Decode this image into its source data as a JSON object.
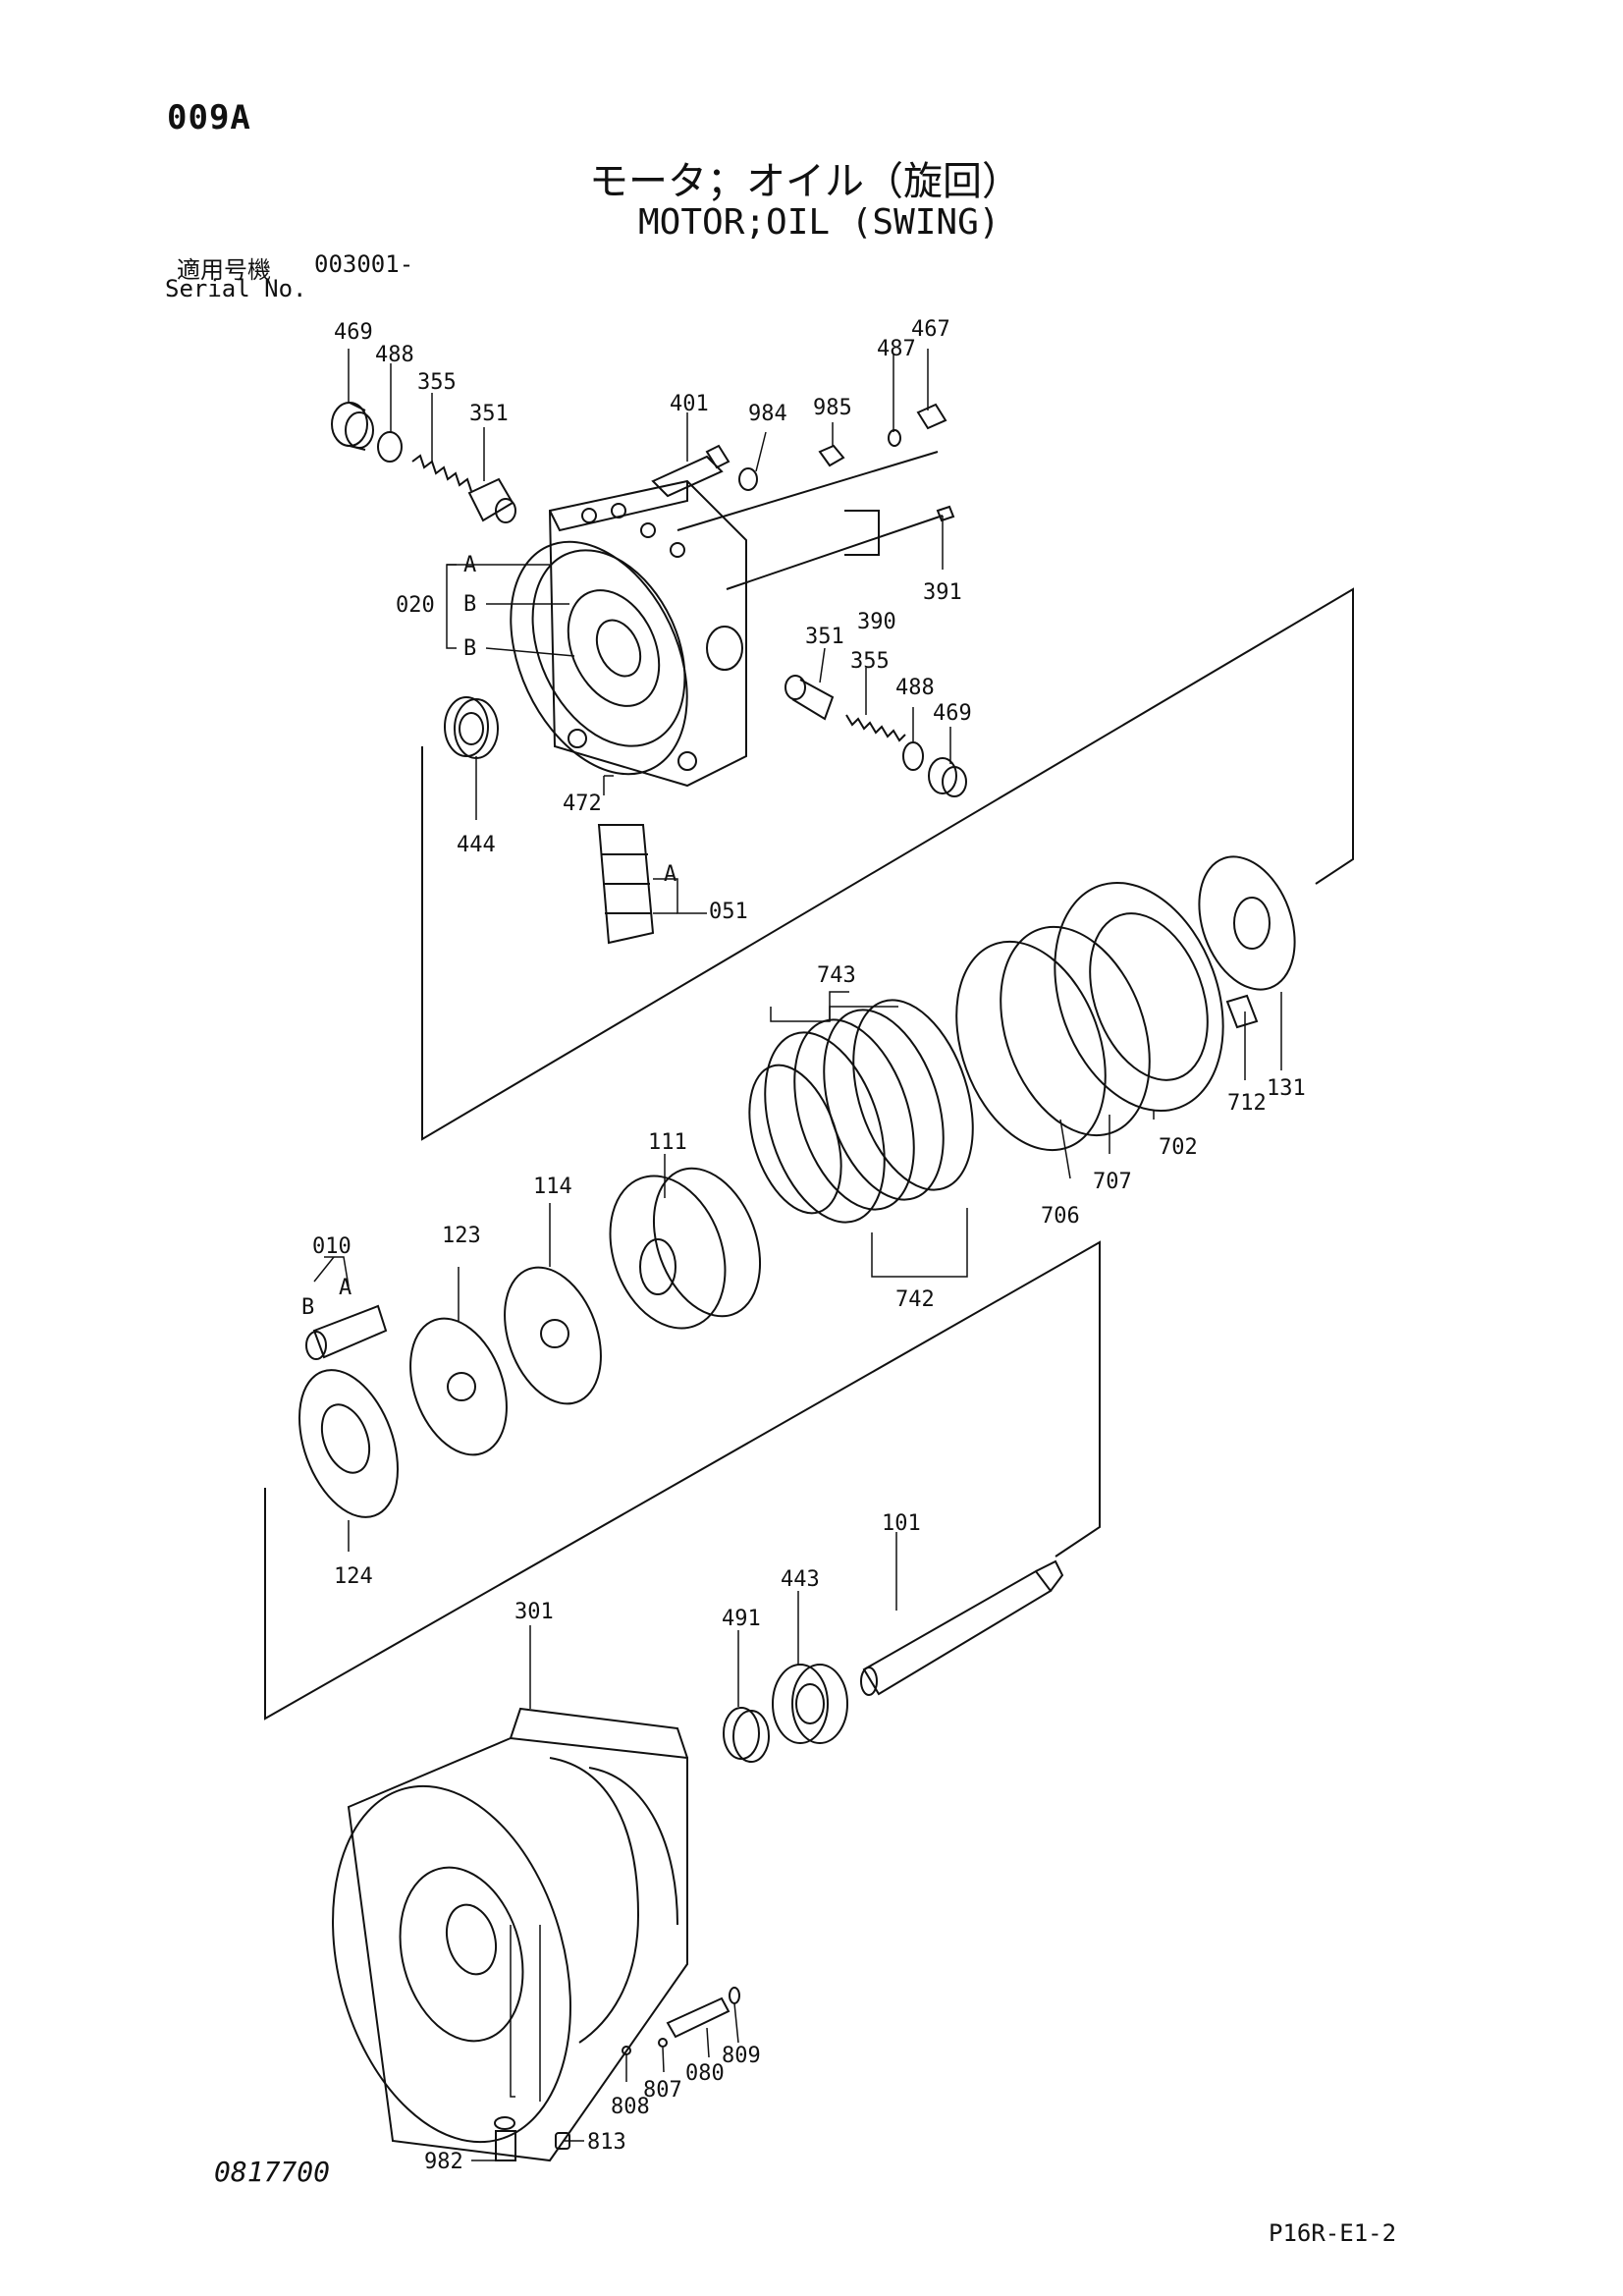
{
  "header": {
    "page_code": "009A",
    "title_jp": "モータ；オイル（旋回）",
    "title_en": "MOTOR;OIL (SWING)",
    "serial_label_jp": "適用号機",
    "serial_value": "003001-",
    "serial_label_en": "Serial No."
  },
  "footer": {
    "doc_number": "0817700",
    "sheet_code": "P16R-E1-2"
  },
  "labels": {
    "p469a": "469",
    "p488a": "488",
    "p355a": "355",
    "p351a": "351",
    "p401": "401",
    "p984": "984",
    "p985": "985",
    "p487": "487",
    "p467": "467",
    "p391": "391",
    "p390": "390",
    "p020": "020",
    "A": "A",
    "B": "B",
    "p351b": "351",
    "p355b": "355",
    "p488b": "488",
    "p469b": "469",
    "p472": "472",
    "p444": "444",
    "p051": "051",
    "p743": "743",
    "p706": "706",
    "p707": "707",
    "p702": "702",
    "p712": "712",
    "p131": "131",
    "p742": "742",
    "p111": "111",
    "p114": "114",
    "p123": "123",
    "p010": "010",
    "p124": "124",
    "p101": "101",
    "p443": "443",
    "p491": "491",
    "p301": "301",
    "p809": "809",
    "p080": "080",
    "p807": "807",
    "p808": "808",
    "p982": "982",
    "p813": "813"
  }
}
